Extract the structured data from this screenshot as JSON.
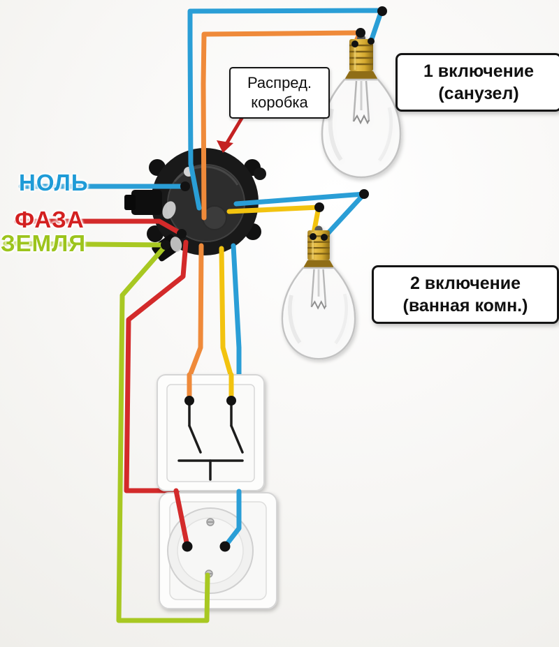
{
  "diagram": {
    "junction_box_label": {
      "line1": "Распред.",
      "line2": "коробка"
    },
    "bulb1_label": {
      "line1": "1 включение",
      "line2": "(санузел)"
    },
    "bulb2_label": {
      "line1": "2 включение",
      "line2": "(ванная комн.)"
    },
    "wire_labels": {
      "neutral": "НОЛЬ",
      "phase": "ФАЗА",
      "ground": "ЗЕМЛЯ"
    }
  },
  "colors": {
    "neutral": "#2a9ed6",
    "phase": "#d32a2a",
    "ground": "#a8c822",
    "switched_line_1": "#ef8a3a",
    "switched_line_2": "#f2c30f",
    "arrow": "#c42222"
  }
}
